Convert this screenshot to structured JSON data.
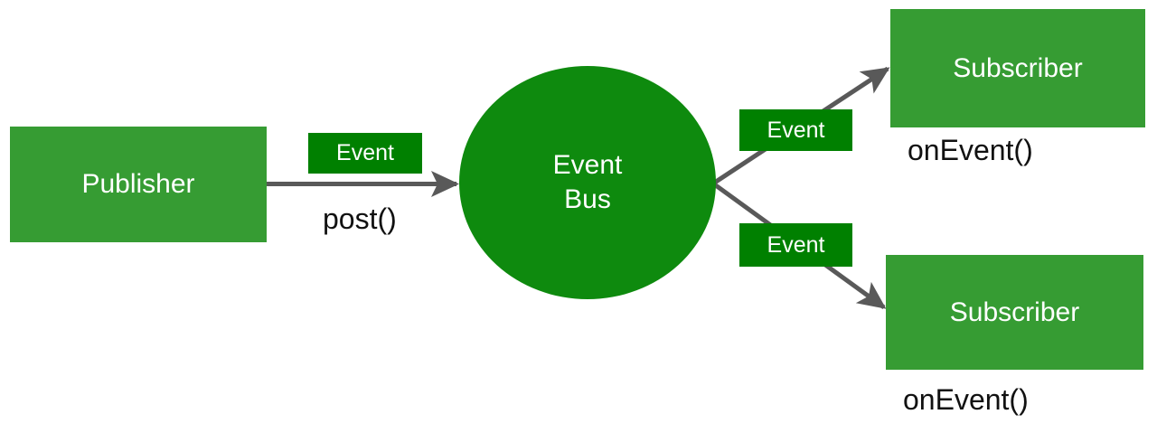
{
  "diagram": {
    "title": "Event Bus publish-subscribe diagram",
    "colors": {
      "node_green": "#369C33",
      "label_green": "#008000",
      "circle_green": "#0E8A0E",
      "edge_gray": "#595959",
      "node_text": "#FFFFFF",
      "caption_text": "#111111",
      "background": "#FFFFFF"
    },
    "nodes": {
      "publisher": {
        "label": "Publisher"
      },
      "event_bus": {
        "label_line1": "Event",
        "label_line2": "Bus"
      },
      "subscriber_top": {
        "label": "Subscriber"
      },
      "subscriber_bottom": {
        "label": "Subscriber"
      }
    },
    "edge_labels": {
      "post_event": "Event",
      "deliver_event_top": "Event",
      "deliver_event_bottom": "Event"
    },
    "captions": {
      "post_method": "post()",
      "on_event_top": "onEvent()",
      "on_event_bottom": "onEvent()"
    },
    "edges": [
      {
        "name": "publisher-to-bus",
        "from": "publisher",
        "to": "event_bus",
        "label": "Event",
        "method": "post()",
        "style": "straight-arrow"
      },
      {
        "name": "bus-to-subscriber-top",
        "from": "event_bus",
        "to": "subscriber_top",
        "label": "Event",
        "method": "onEvent()",
        "style": "diagonal-arrow-up"
      },
      {
        "name": "bus-to-subscriber-bottom",
        "from": "event_bus",
        "to": "subscriber_bottom",
        "label": "Event",
        "method": "onEvent()",
        "style": "diagonal-arrow-down"
      }
    ]
  }
}
